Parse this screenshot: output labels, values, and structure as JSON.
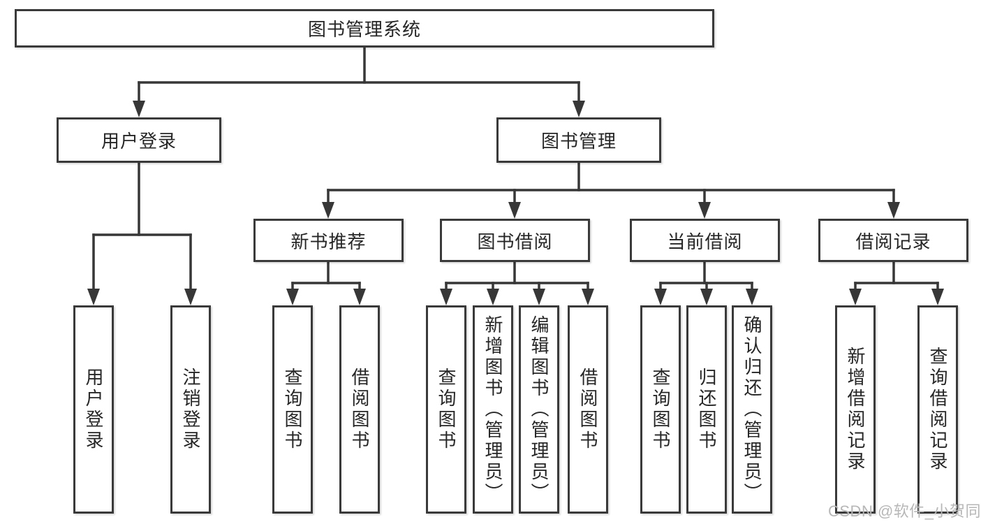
{
  "diagram": {
    "root": {
      "label": "图书管理系统",
      "children": [
        {
          "label": "用户登录",
          "children": [
            {
              "label": "用户登录"
            },
            {
              "label": "注销登录"
            }
          ]
        },
        {
          "label": "图书管理",
          "children": [
            {
              "label": "新书推荐",
              "children": [
                {
                  "label": "查询图书"
                },
                {
                  "label": "借阅图书"
                }
              ]
            },
            {
              "label": "图书借阅",
              "children": [
                {
                  "label": "查询图书"
                },
                {
                  "label": "新增图书（管理员）"
                },
                {
                  "label": "编辑图书（管理员）"
                },
                {
                  "label": "借阅图书"
                }
              ]
            },
            {
              "label": "当前借阅",
              "children": [
                {
                  "label": "查询图书"
                },
                {
                  "label": "归还图书"
                },
                {
                  "label": "确认归还（管理员）"
                }
              ]
            },
            {
              "label": "借阅记录",
              "children": [
                {
                  "label": "新增借阅记录"
                },
                {
                  "label": "查询借阅记录"
                }
              ]
            }
          ]
        }
      ]
    }
  },
  "watermark": {
    "text": "CSDN @软件_小贺同学"
  },
  "colors": {
    "line": "#373737",
    "box_border": "#3a3a3a",
    "box_fill": "#ffffff",
    "text": "#262626",
    "watermark": "#b7b7b7",
    "background": "#ffffff"
  }
}
